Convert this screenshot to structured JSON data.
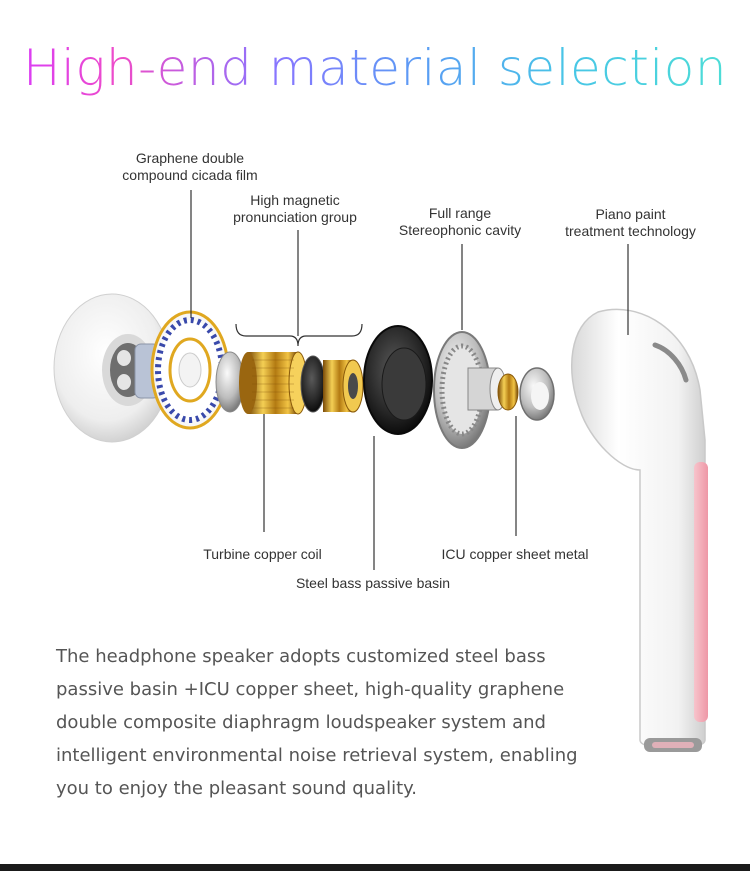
{
  "title": "High-end material selection",
  "callouts": {
    "graphene": [
      "Graphene double",
      "compound cicada film"
    ],
    "magnetic": [
      "High magnetic",
      "pronunciation group"
    ],
    "fullrange": [
      "Full range",
      "Stereophonic cavity"
    ],
    "piano": [
      "Piano paint",
      "treatment technology"
    ],
    "turbine": "Turbine copper coil",
    "steel": "Steel bass passive basin",
    "icu": "ICU copper sheet metal"
  },
  "description": [
    "The headphone speaker adopts customized steel bass",
    "passive basin +ICU copper sheet, high-quality graphene",
    "double composite diaphragm loudspeaker system and",
    "intelligent environmental noise retrieval system, enabling",
    "you to enjoy the pleasant sound quality."
  ],
  "colors": {
    "accent_pink": "#f3a6b4",
    "gold": "#d8a024",
    "dark_line": "#1a1a1a"
  }
}
